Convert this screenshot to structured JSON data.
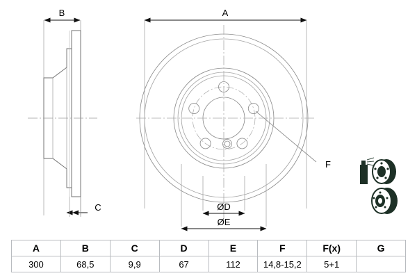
{
  "drawing": {
    "title": "Brake disc technical drawing",
    "dimensions": {
      "A": "A",
      "B": "B",
      "C": "C",
      "D_label": "ØD",
      "E_label": "ØE",
      "F": "F"
    }
  },
  "table": {
    "headers": [
      "A",
      "B",
      "C",
      "D",
      "E",
      "F",
      "F(x)",
      "G"
    ],
    "values": [
      "300",
      "68,5",
      "9,9",
      "67",
      "112",
      "14,8-15,2",
      "5+1",
      ""
    ]
  },
  "thumbnails": [
    {
      "name": "spray-can-and-disc-photo"
    },
    {
      "name": "brake-disc-photo"
    }
  ],
  "colors": {
    "line": "#3a3a3a",
    "thin_line": "#8d8d8d",
    "table_border": "#b9bcc0",
    "text": "#000000",
    "photo_dark": "#1d3026"
  }
}
